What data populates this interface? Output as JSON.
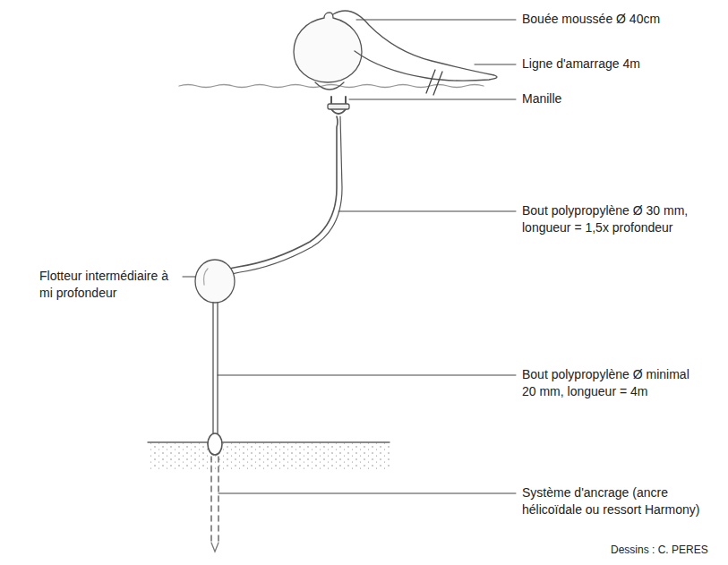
{
  "diagram": {
    "labels": [
      "Bouée moussée Ø 40cm",
      "Ligne d'amarrage 4m",
      "Manille",
      "Bout polypropylène Ø 30 mm, longueur = 1,5x profondeur",
      "Flotteur intermédiaire à mi profondeur",
      "Bout polypropylène Ø minimal 20 mm, longueur = 4m",
      "Système d'ancrage (ancre hélicoïdale ou ressort Harmony)",
      "Dessins : C. PERES"
    ]
  }
}
